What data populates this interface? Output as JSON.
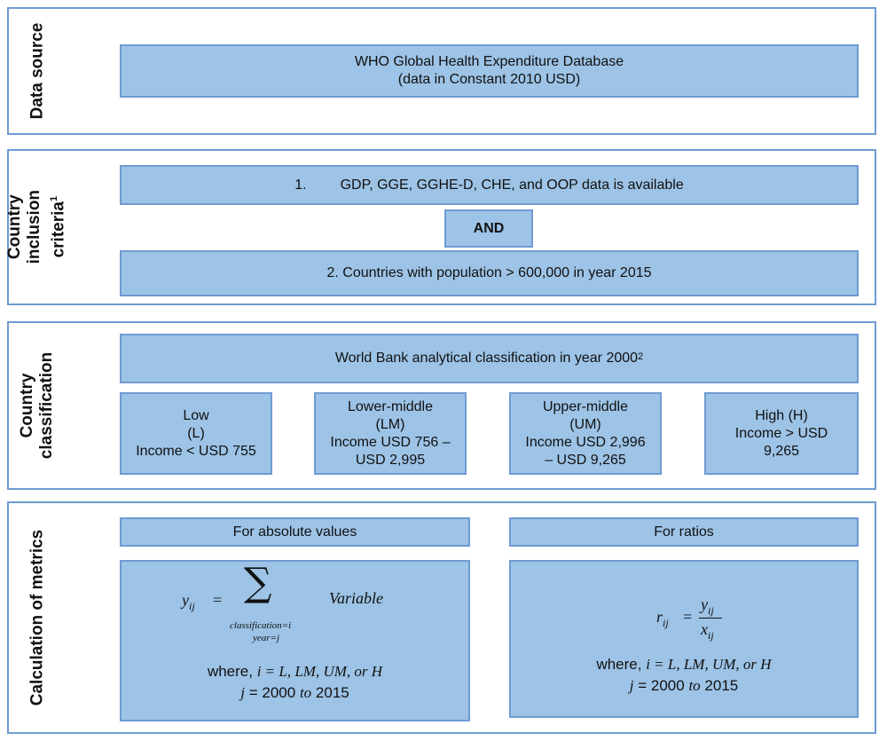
{
  "data_source": {
    "label": "Data source",
    "line1": "WHO Global Health Expenditure Database",
    "line2": "(data in Constant 2010 USD)"
  },
  "inclusion": {
    "label_line1": "Country",
    "label_line2": "inclusion",
    "label_line3": "criteria",
    "label_sup": "1",
    "criterion1_num": "1.",
    "criterion1_text": "GDP, GGE, GGHE-D, CHE, and OOP data is available",
    "connector": "AND",
    "criterion2": "2.  Countries with population > 600,000 in year 2015"
  },
  "classification": {
    "label_line1": "Country",
    "label_line2": "classification",
    "header_text": "World Bank analytical classification in year 2000",
    "header_sup": "2",
    "categories": [
      {
        "lines": [
          "Low",
          "(L)",
          "Income < USD 755"
        ]
      },
      {
        "lines": [
          "Lower-middle",
          "(LM)",
          "Income USD 756 –",
          "USD 2,995"
        ]
      },
      {
        "lines": [
          "Upper-middle",
          "(UM)",
          "Income USD 2,996",
          "– USD 9,265"
        ]
      },
      {
        "lines": [
          "High (H)",
          "Income > USD",
          "9,265"
        ]
      }
    ]
  },
  "metrics": {
    "label": "Calculation of metrics",
    "absolute_header": "For absolute values",
    "ratio_header": "For ratios",
    "absolute": {
      "y": "y",
      "sub_ij": "ij",
      "equals": "=",
      "sigma": "∑",
      "sub_cond1": "classification=i",
      "sub_cond2": "year=j",
      "variable": "Variable",
      "where": "where,",
      "where_i": "i = L, LM, UM, or H",
      "where_j_var": "j",
      "where_j_eq": "= 2000",
      "where_j_to": "to",
      "where_j_end": "2015"
    },
    "ratio": {
      "r": "r",
      "sub_ij": "ij",
      "equals": "=",
      "num": "y",
      "num_sub": "ij",
      "den": "x",
      "den_sub": "ij",
      "where": "where,",
      "where_i": "i = L, LM, UM, or H",
      "where_j_var": "j",
      "where_j_eq": "= 2000",
      "where_j_to": "to",
      "where_j_end": "2015"
    }
  }
}
